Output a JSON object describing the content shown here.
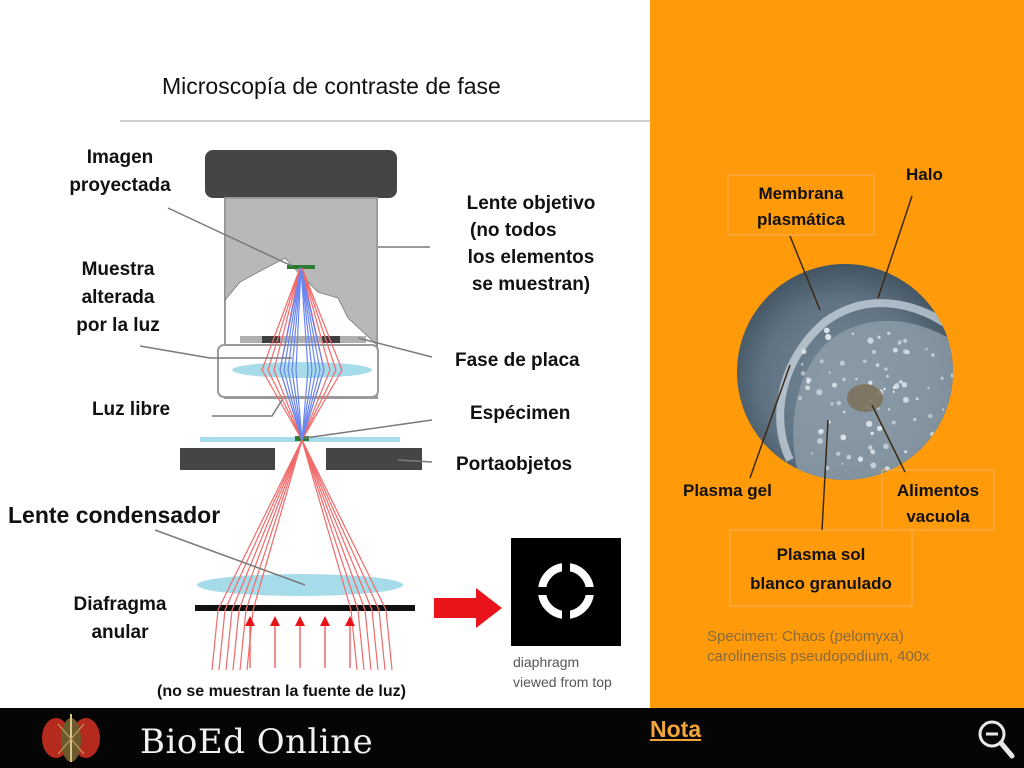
{
  "colors": {
    "orange": "#ff9a0a",
    "footer": "#050505",
    "red_arrow": "#e8141a",
    "light_blue": "#a6dcea",
    "ray_red": "#f06a6a",
    "ray_blue": "#6a86ee",
    "housing_gray": "#b8b8b8"
  },
  "title": "Microscopía de contraste de fase",
  "left_labels": {
    "imagen_proyectada": [
      "Imagen",
      "proyectada"
    ],
    "muestra_alterada": [
      "Muestra",
      "alterada",
      "por la luz"
    ],
    "luz_libre": "Luz libre",
    "lente_condensador": "Lente condensador",
    "diafragma_anular": [
      "Diafragma",
      "anular"
    ]
  },
  "right_labels": {
    "lente_objetivo": [
      "Lente objetivo",
      "(no todos",
      "los elementos",
      "se muestran)"
    ],
    "fase_de_placa": "Fase de placa",
    "especimen": "Espécimen",
    "portaobjetos": "Portaobjetos"
  },
  "diaphragm_caption": [
    "diaphragm",
    "viewed from top"
  ],
  "light_source_note": "(no se muestran la fuente de luz)",
  "micrograph_labels": {
    "halo": "Halo",
    "membrana": [
      "Membrana",
      "plasmática"
    ],
    "plasma_gel": "Plasma gel",
    "alimentos": [
      "Alimentos",
      "vacuola"
    ],
    "plasma_sol": [
      "Plasma sol",
      "blanco granulado"
    ]
  },
  "specimen_caption": [
    "Specimen:  Chaos (pelomyxa)",
    "carolinensis pseudopodium, 400x"
  ],
  "footer": {
    "brand": "BioEd Online",
    "nota": "Nota",
    "zoom_icon": "zoom-out-icon",
    "logo_icon": "mosquito-logo-icon"
  }
}
